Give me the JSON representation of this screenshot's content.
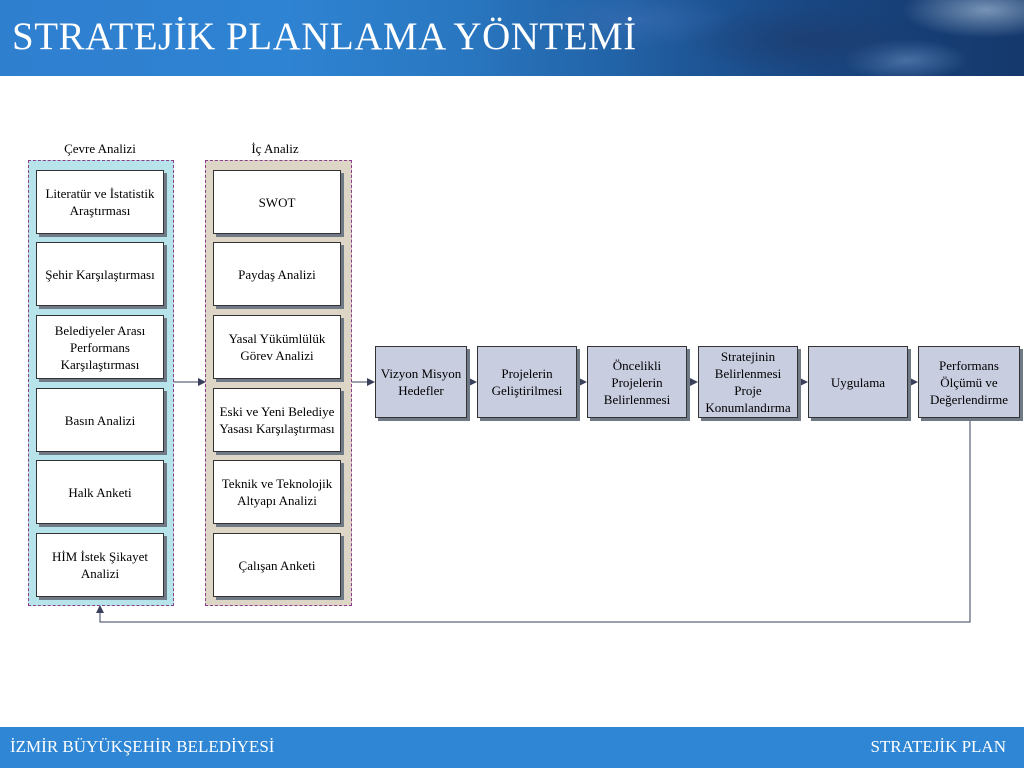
{
  "header": {
    "title": "STRATEJİK PLANLAMA YÖNTEMİ"
  },
  "footer": {
    "left": "İZMİR BÜYÜKŞEHİR BELEDİYESİ",
    "right": "STRATEJİK PLAN"
  },
  "diagram": {
    "outer_label": "Çevre Analizi",
    "inner_label": "İç Analiz",
    "outer_items": [
      "Literatür ve İstatistik Araştırması",
      "Şehir Karşılaştırması",
      "Belediyeler Arası Performans Karşılaştırması",
      "Basın Analizi",
      "Halk Anketi",
      "HİM İstek Şikayet Analizi"
    ],
    "inner_items": [
      "SWOT",
      "Paydaş Analizi",
      "Yasal Yükümlülük Görev Analizi",
      "Eski ve Yeni Belediye Yasası Karşılaştırması",
      "Teknik ve Teknolojik Altyapı Analizi",
      "Çalışan Anketi"
    ],
    "process_steps": [
      "Vizyon Misyon Hedefler",
      "Projelerin Geliştirilmesi",
      "Öncelikli Projelerin Belirlenmesi",
      "Stratejinin Belirlenmesi Proje Konumlandırma",
      "Uygulama",
      "Performans Ölçümü ve Değerlendirme"
    ]
  }
}
